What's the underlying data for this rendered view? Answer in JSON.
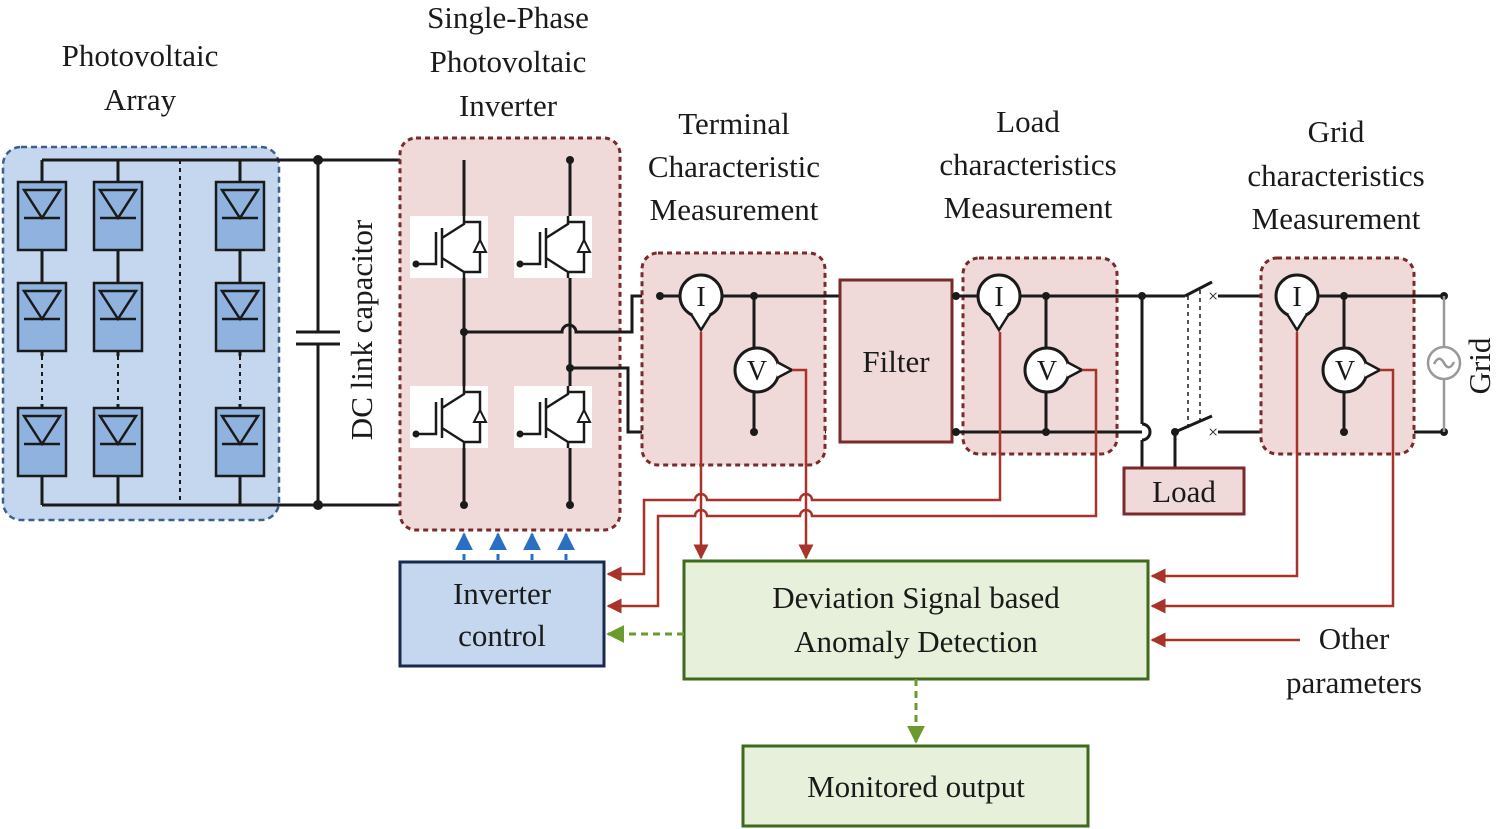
{
  "labels": {
    "pv_array": [
      "Photovoltaic",
      "Array"
    ],
    "inverter": [
      "Single-Phase",
      "Photovoltaic",
      "Inverter"
    ],
    "dc_link": "DC link capacitor",
    "terminal": [
      "Terminal",
      "Characteristic",
      "Measurement"
    ],
    "load_meas": [
      "Load",
      "characteristics",
      "Measurement"
    ],
    "grid_meas": [
      "Grid",
      "characteristics",
      "Measurement"
    ],
    "grid": "Grid",
    "filter": "Filter",
    "load": "Load",
    "inverter_control": [
      "Inverter",
      "control"
    ],
    "anomaly": [
      "Deviation Signal based",
      "Anomaly Detection"
    ],
    "other_params": [
      "Other",
      "parameters"
    ],
    "monitored": "Monitored output",
    "current_meter": "I",
    "voltage_meter": "V"
  },
  "colors": {
    "pv_region": "#c5d7ef",
    "pv_panel": "#8fb2df",
    "meas_region": "#f0d9d9",
    "control_box": "#c5d7ef",
    "anomaly_box": "#e6f0da",
    "signal": "#a8332b",
    "feedback": "#6b9a2f",
    "gate": "#2a6fc4"
  }
}
